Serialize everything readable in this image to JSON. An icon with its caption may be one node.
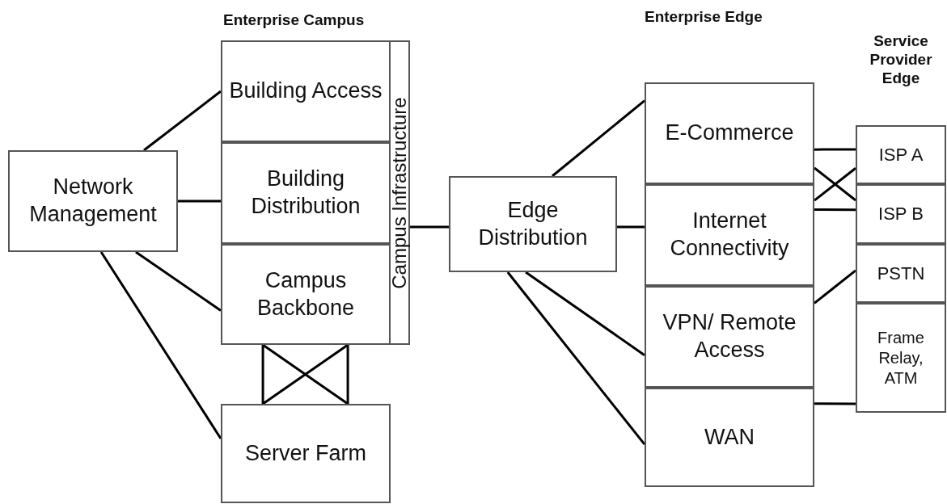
{
  "diagram": {
    "nodes": [
      {
        "text": [
          "Network Management"
        ]
      },
      {
        "text": [
          "Enterprise Campus"
        ]
      },
      {
        "text": [
          "Building Access"
        ],
        "in": 1
      },
      {
        "text": [
          "Building Distribution"
        ],
        "in": 1
      },
      {
        "text": [
          "Campus Backbone"
        ],
        "in": 1
      },
      {
        "text": [
          "Campus Infrastructure"
        ],
        "in": 1
      },
      {
        "text": [
          "Server Farm"
        ]
      },
      {
        "text": [
          "Edge Distribution"
        ]
      },
      {
        "text": [
          "Enterprise Edge"
        ]
      },
      {
        "text": [
          "E-Commerce"
        ],
        "in": 8
      },
      {
        "text": [
          "Internet Connectivity"
        ],
        "in": 8
      },
      {
        "text": [
          "VPN/ Remote Access"
        ],
        "in": 8
      },
      {
        "text": [
          "WAN"
        ],
        "in": 8
      },
      {
        "text": [
          "Service Provider Edge"
        ]
      },
      {
        "text": [
          "ISP A"
        ],
        "in": 13
      },
      {
        "text": [
          "ISP B"
        ],
        "in": 13
      },
      {
        "text": [
          "PSTN"
        ],
        "in": 13
      },
      {
        "text": [
          "Frame Relay, ATM"
        ],
        "in": 13
      }
    ],
    "edges": [
      {
        "from": 0,
        "to": 2,
        "arrow": "none"
      },
      {
        "from": 0,
        "to": 3,
        "arrow": "none"
      },
      {
        "from": 0,
        "to": 4,
        "arrow": "none"
      },
      {
        "from": 0,
        "to": 6,
        "arrow": "none"
      },
      {
        "from": 4,
        "to": 6,
        "arrow": "none"
      },
      {
        "from": 4,
        "to": 6,
        "arrow": "none"
      },
      {
        "from": 4,
        "to": 6,
        "arrow": "none"
      },
      {
        "from": 4,
        "to": 6,
        "arrow": "none"
      },
      {
        "from": 5,
        "to": 7,
        "arrow": "none"
      },
      {
        "from": 7,
        "to": 9,
        "arrow": "none"
      },
      {
        "from": 7,
        "to": 10,
        "arrow": "none"
      },
      {
        "from": 7,
        "to": 11,
        "arrow": "none"
      },
      {
        "from": 7,
        "to": 12,
        "arrow": "none"
      },
      {
        "from": 9,
        "to": 14,
        "arrow": "none"
      },
      {
        "from": 9,
        "to": 15,
        "arrow": "none"
      },
      {
        "from": 10,
        "to": 14,
        "arrow": "none"
      },
      {
        "from": 10,
        "to": 15,
        "arrow": "none"
      },
      {
        "from": 11,
        "to": 16,
        "arrow": "none"
      },
      {
        "from": 12,
        "to": 17,
        "arrow": "none"
      }
    ]
  }
}
